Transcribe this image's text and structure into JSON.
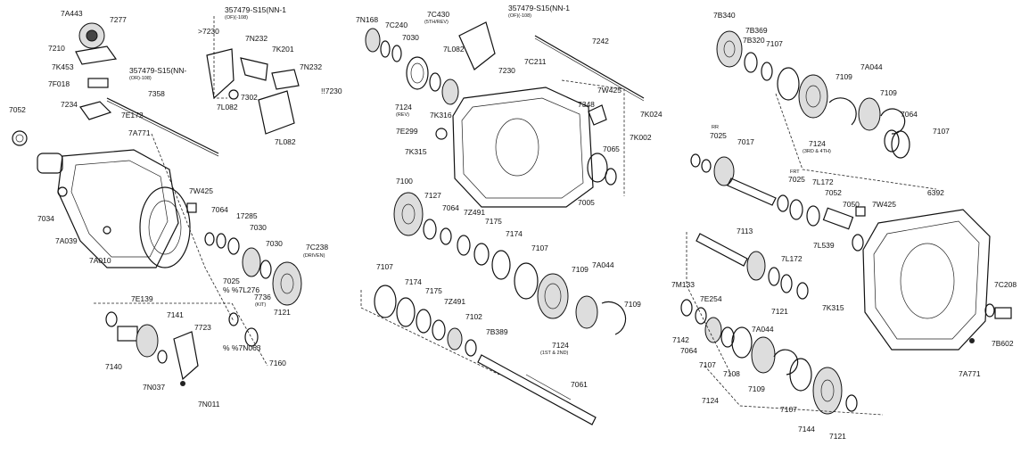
{
  "diagram": {
    "labels": [
      {
        "id": "7A443",
        "text": "7A443"
      },
      {
        "id": "7277",
        "text": "7277"
      },
      {
        "id": "7210",
        "text": "7210"
      },
      {
        "id": "7K453",
        "text": "7K453"
      },
      {
        "id": "357479a",
        "text": "357479-S15(NN-"
      },
      {
        "id": "357479a2",
        "text": "(OR)-108)"
      },
      {
        "id": "7F018",
        "text": "7F018"
      },
      {
        "id": "7358",
        "text": "7358"
      },
      {
        "id": "7234",
        "text": "7234"
      },
      {
        "id": "7E172",
        "text": "7E172"
      },
      {
        "id": "7052",
        "text": "7052"
      },
      {
        "id": "7A771a",
        "text": "7A771"
      },
      {
        "id": "7034",
        "text": "7034"
      },
      {
        "id": "7A039",
        "text": "7A039"
      },
      {
        "id": "7A010",
        "text": "7A010"
      },
      {
        "id": "7W425a",
        "text": "7W425"
      },
      {
        "id": "7064a",
        "text": "7064"
      },
      {
        "id": "17285",
        "text": "17285"
      },
      {
        "id": "7030a",
        "text": "7030"
      },
      {
        "id": "7030b",
        "text": "7030"
      },
      {
        "id": "7C238",
        "text": "7C238"
      },
      {
        "id": "driven",
        "text": "(DRIVEN)"
      },
      {
        "id": "7025a",
        "text": "7025"
      },
      {
        "id": "7L276",
        "text": "% %7L276"
      },
      {
        "id": "7736",
        "text": "7736"
      },
      {
        "id": "kit",
        "text": "(KIT)"
      },
      {
        "id": "7121a",
        "text": "7121"
      },
      {
        "id": "7N063",
        "text": "% %7N063"
      },
      {
        "id": "7160",
        "text": "7160"
      },
      {
        "id": "7E139",
        "text": "7E139"
      },
      {
        "id": "7141",
        "text": "7141"
      },
      {
        "id": "7723",
        "text": "7723"
      },
      {
        "id": "7140",
        "text": "7140"
      },
      {
        "id": "7N037",
        "text": "7N037"
      },
      {
        "id": "7N011",
        "text": "7N011"
      },
      {
        "id": "357479b",
        "text": "357479-S15(NN-1"
      },
      {
        "id": "357479b2",
        "text": "(OF)(-108)"
      },
      {
        "id": "7230a",
        "text": ">7230"
      },
      {
        "id": "7N232a",
        "text": "7N232"
      },
      {
        "id": "7K201",
        "text": "7K201"
      },
      {
        "id": "7N232b",
        "text": "7N232"
      },
      {
        "id": "7302",
        "text": "7302"
      },
      {
        "id": "7L082a",
        "text": "7L082"
      },
      {
        "id": "7230b",
        "text": "!!7230"
      },
      {
        "id": "7L082b",
        "text": "7L082"
      },
      {
        "id": "7N168",
        "text": "7N168"
      },
      {
        "id": "7C240",
        "text": "7C240"
      },
      {
        "id": "7030c",
        "text": "7030"
      },
      {
        "id": "7C430",
        "text": "7C430"
      },
      {
        "id": "5threv",
        "text": "(5TH/REV)"
      },
      {
        "id": "357479c",
        "text": "357479-S15(NN-1"
      },
      {
        "id": "357479c2",
        "text": "(OF)(-108)"
      },
      {
        "id": "7242",
        "text": "7242"
      },
      {
        "id": "7L082c",
        "text": "7L082"
      },
      {
        "id": "7C211",
        "text": "7C211"
      },
      {
        "id": "7230c",
        "text": "7230"
      },
      {
        "id": "7W425b",
        "text": "7W425"
      },
      {
        "id": "7124a",
        "text": "7124"
      },
      {
        "id": "rev",
        "text": "(REV)"
      },
      {
        "id": "7K316",
        "text": "7K316"
      },
      {
        "id": "7348",
        "text": "7348"
      },
      {
        "id": "7K024",
        "text": "7K024"
      },
      {
        "id": "7E299",
        "text": "7E299"
      },
      {
        "id": "7K002",
        "text": "7K002"
      },
      {
        "id": "7K315a",
        "text": "7K315"
      },
      {
        "id": "7065",
        "text": "7065"
      },
      {
        "id": "7005",
        "text": "7005"
      },
      {
        "id": "7100",
        "text": "7100"
      },
      {
        "id": "7127",
        "text": "7127"
      },
      {
        "id": "7064b",
        "text": "7064"
      },
      {
        "id": "7Z491a",
        "text": "7Z491"
      },
      {
        "id": "7175a",
        "text": "7175"
      },
      {
        "id": "7174a",
        "text": "7174"
      },
      {
        "id": "7107a",
        "text": "7107"
      },
      {
        "id": "7109a",
        "text": "7109"
      },
      {
        "id": "7A044a",
        "text": "7A044"
      },
      {
        "id": "7109b",
        "text": "7109"
      },
      {
        "id": "7107b",
        "text": "7107"
      },
      {
        "id": "7174b",
        "text": "7174"
      },
      {
        "id": "7175b",
        "text": "7175"
      },
      {
        "id": "7Z491b",
        "text": "7Z491"
      },
      {
        "id": "7102",
        "text": "7102"
      },
      {
        "id": "7B389",
        "text": "7B389"
      },
      {
        "id": "7124b",
        "text": "7124"
      },
      {
        "id": "1st2nd",
        "text": "(1ST & 2ND)"
      },
      {
        "id": "7061",
        "text": "7061"
      },
      {
        "id": "7B340",
        "text": "7B340"
      },
      {
        "id": "7B369",
        "text": "7B369"
      },
      {
        "id": "7B320",
        "text": "7B320"
      },
      {
        "id": "7107c",
        "text": "7107"
      },
      {
        "id": "7A044b",
        "text": "7A044"
      },
      {
        "id": "7109c",
        "text": "7109"
      },
      {
        "id": "7109d",
        "text": "7109"
      },
      {
        "id": "7064c",
        "text": "7064"
      },
      {
        "id": "7107d",
        "text": "7107"
      },
      {
        "id": "rr",
        "text": "RR"
      },
      {
        "id": "7025b",
        "text": "7025"
      },
      {
        "id": "7017",
        "text": "7017"
      },
      {
        "id": "7124c",
        "text": "7124"
      },
      {
        "id": "3rd4th",
        "text": "(3RD & 4TH)"
      },
      {
        "id": "frt",
        "text": "FRT"
      },
      {
        "id": "7025c",
        "text": "7025"
      },
      {
        "id": "7L172a",
        "text": "7L172"
      },
      {
        "id": "7052b",
        "text": "7052"
      },
      {
        "id": "7050",
        "text": "7050"
      },
      {
        "id": "7W425c",
        "text": "7W425"
      },
      {
        "id": "6392",
        "text": "6392"
      },
      {
        "id": "7113",
        "text": "7113"
      },
      {
        "id": "7L539",
        "text": "7L539"
      },
      {
        "id": "7L172b",
        "text": "7L172"
      },
      {
        "id": "7M133",
        "text": "7M133"
      },
      {
        "id": "7E254",
        "text": "7E254"
      },
      {
        "id": "7121b",
        "text": "7121"
      },
      {
        "id": "7K315b",
        "text": "7K315"
      },
      {
        "id": "7C208",
        "text": "7C208"
      },
      {
        "id": "7142",
        "text": "7142"
      },
      {
        "id": "7A044c",
        "text": "7A044"
      },
      {
        "id": "7064d",
        "text": "7064"
      },
      {
        "id": "7107e",
        "text": "7107"
      },
      {
        "id": "7108",
        "text": "7108"
      },
      {
        "id": "7109e",
        "text": "7109"
      },
      {
        "id": "7124d",
        "text": "7124"
      },
      {
        "id": "7107f",
        "text": "7107"
      },
      {
        "id": "7144",
        "text": "7144"
      },
      {
        "id": "7B602",
        "text": "7B602"
      },
      {
        "id": "7A771b",
        "text": "7A771"
      },
      {
        "id": "7121c",
        "text": "7121"
      }
    ]
  }
}
